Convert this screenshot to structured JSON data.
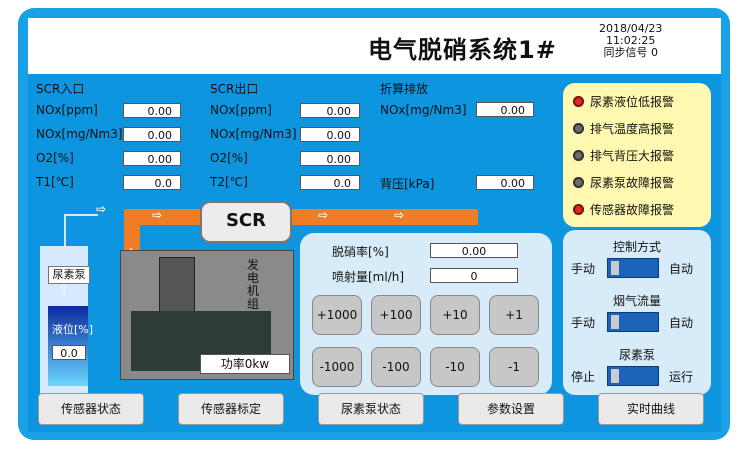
{
  "header": {
    "title": "电气脱硝系统1#",
    "date": "2018/04/23",
    "time": "11:02:25",
    "sync": "同步信号 0"
  },
  "inlet": {
    "heading": "SCR入口",
    "rows": [
      {
        "label": "NOx[ppm]",
        "value": "0.00"
      },
      {
        "label": "NOx[mg/Nm3]",
        "value": "0.00"
      },
      {
        "label": "O2[%]",
        "value": "0.00"
      },
      {
        "label": "T1[℃]",
        "value": "0.0"
      }
    ]
  },
  "outlet": {
    "heading": "SCR出口",
    "rows": [
      {
        "label": "NOx[ppm]",
        "value": "0.00"
      },
      {
        "label": "NOx[mg/Nm3]",
        "value": "0.00"
      },
      {
        "label": "O2[%]",
        "value": "0.00"
      },
      {
        "label": "T2[℃]",
        "value": "0.0"
      }
    ]
  },
  "converted": {
    "heading": "折算排放",
    "label": "NOx[mg/Nm3]",
    "value": "0.00",
    "pressure_label": "背压[kPa]",
    "pressure_value": "0.00"
  },
  "alarms": [
    {
      "label": "尿素液位低报警",
      "color": "#e0261f"
    },
    {
      "label": "排气温度高报警",
      "color": "#6b6b6b"
    },
    {
      "label": "排气背压大报警",
      "color": "#6b6b6b"
    },
    {
      "label": "尿素泵故障报警",
      "color": "#6b6b6b"
    },
    {
      "label": "传感器故障报警",
      "color": "#e0261f"
    }
  ],
  "process": {
    "scr_label": "SCR",
    "pump_label": "尿素泵",
    "level_label": "液位[%]",
    "level_value": "0.0",
    "generator_label": "发电机组",
    "power_label": "功率0kw"
  },
  "control": {
    "rate_label": "脱硝率[%]",
    "rate_value": "0.00",
    "spray_label": "喷射量[ml/h]",
    "spray_value": "0",
    "buttons": [
      "+1000",
      "+100",
      "+10",
      "+1",
      "-1000",
      "-100",
      "-10",
      "-1"
    ]
  },
  "modes": {
    "heading": "控制方式",
    "control": {
      "left": "手动",
      "right": "自动"
    },
    "flow_heading": "烟气流量",
    "flow": {
      "left": "手动",
      "right": "自动"
    },
    "pump_heading": "尿素泵",
    "pump": {
      "left": "停止",
      "right": "运行"
    }
  },
  "nav": [
    "传感器状态",
    "传感器标定",
    "尿素泵状态",
    "参数设置",
    "实时曲线"
  ]
}
